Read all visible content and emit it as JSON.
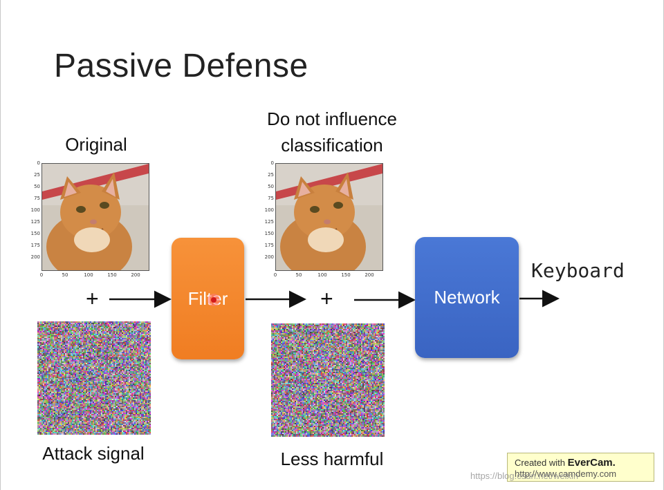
{
  "slide": {
    "title": "Passive Defense",
    "captions": {
      "original": "Original",
      "do_not_influence_line1": "Do not influence",
      "do_not_influence_line2": "classification",
      "attack_signal": "Attack signal",
      "less_harmful": "Less harmful"
    },
    "boxes": {
      "filter": "Filter",
      "network": "Network"
    },
    "output_label": "Keyboard",
    "plus_symbol": "+",
    "plot_ticks": {
      "y": [
        "0",
        "25",
        "50",
        "75",
        "100",
        "125",
        "150",
        "175",
        "200"
      ],
      "x": [
        "0",
        "50",
        "100",
        "150",
        "200"
      ]
    },
    "colors": {
      "filter": "#f07d22",
      "network": "#3a64c2",
      "arrow": "#111111"
    }
  },
  "badge": {
    "prefix": "Created with",
    "brand": "EverCam",
    "url": "http://www.camdemy.com"
  },
  "watermark": "https://blog.csdn.net/weixin"
}
